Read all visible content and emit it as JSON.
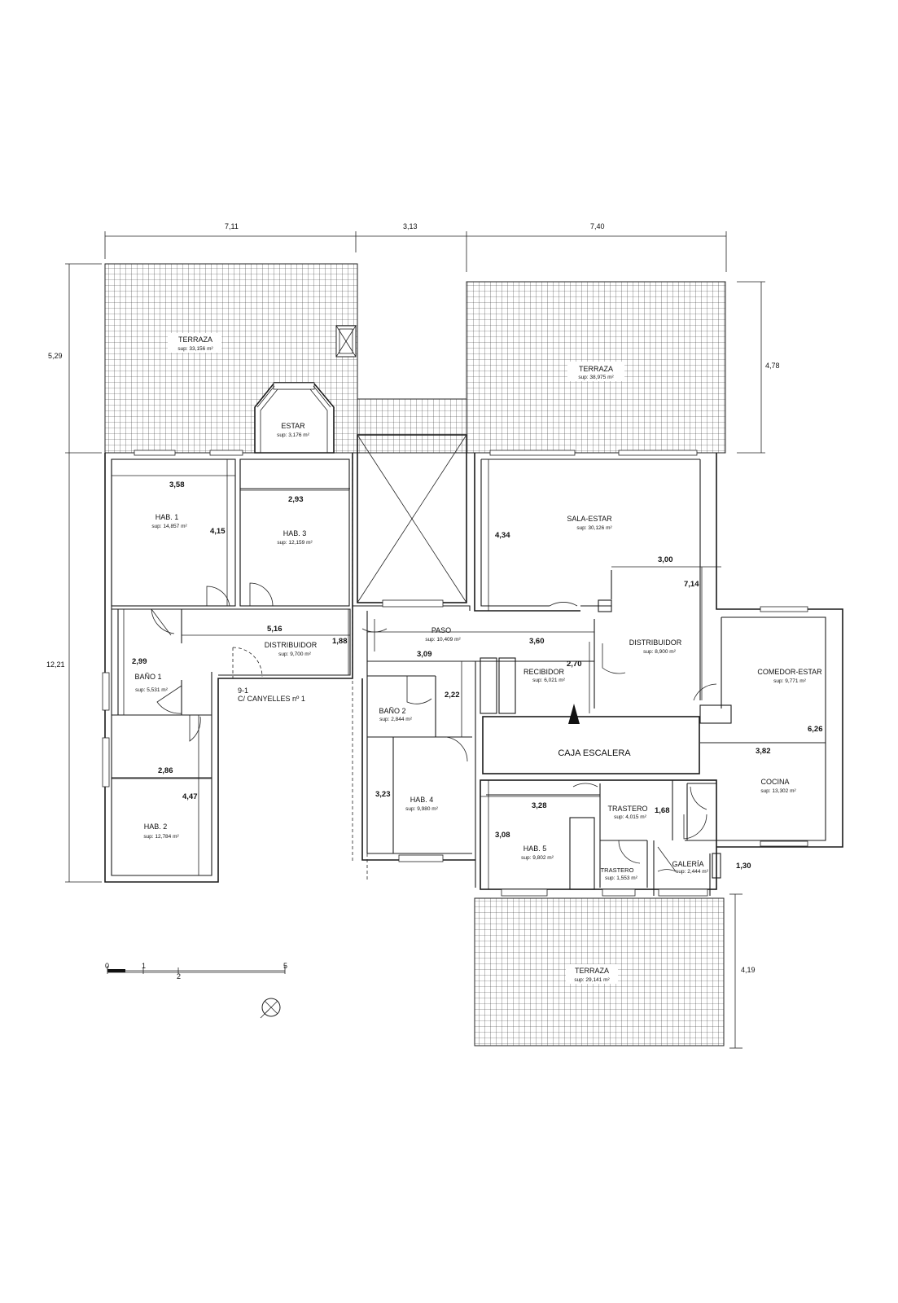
{
  "overall_dimensions": {
    "top_left": "7,11",
    "top_middle": "3,13",
    "top_right": "7,40",
    "left_upper": "5,29",
    "left_lower": "12,21",
    "right_upper": "4,78",
    "right_lower": "4,19",
    "right_galeria": "1,30"
  },
  "rooms": {
    "terraza_nw": {
      "name": "TERRAZA",
      "area": "sup: 33,156 m²"
    },
    "terraza_ne": {
      "name": "TERRAZA",
      "area": "sup: 38,975 m²"
    },
    "terraza_s": {
      "name": "TERRAZA",
      "area": "sup: 29,141 m²"
    },
    "estar": {
      "name": "ESTAR",
      "area": "sup: 3,176 m²"
    },
    "hab1": {
      "name": "HAB. 1",
      "area": "sup: 14,857 m²"
    },
    "hab3": {
      "name": "HAB. 3",
      "area": "sup: 12,159 m²"
    },
    "sala_estar": {
      "name": "SALA-ESTAR",
      "area": "sup: 30,126 m²"
    },
    "distribuidor_w": {
      "name": "DISTRIBUIDOR",
      "area": "sup: 9,700 m²"
    },
    "paso": {
      "name": "PASO",
      "area": "sup: 10,409 m²"
    },
    "distribuidor_e": {
      "name": "DISTRIBUIDOR",
      "area": "sup: 8,900 m²"
    },
    "comedor_estar": {
      "name": "COMEDOR-ESTAR",
      "area": "sup: 9,771 m²"
    },
    "bano1": {
      "name": "BAÑO 1",
      "area": "sup: 5,531 m²"
    },
    "recibidor": {
      "name": "RECIBIDOR",
      "area": "sup: 6,021 m²"
    },
    "bano2": {
      "name": "BAÑO 2",
      "area": "sup: 2,844 m²"
    },
    "caja_escalera": {
      "name": "CAJA ESCALERA"
    },
    "hab2": {
      "name": "HAB. 2",
      "area": "sup: 12,784 m²"
    },
    "hab4": {
      "name": "HAB. 4",
      "area": "sup: 9,980 m²"
    },
    "hab5": {
      "name": "HAB. 5",
      "area": "sup: 9,802 m²"
    },
    "trastero1": {
      "name": "TRASTERO",
      "area": "sup: 4,015 m²"
    },
    "trastero2": {
      "name": "TRASTERO",
      "area": "sup: 1,553 m²"
    },
    "galeria": {
      "name": "GALERÍA",
      "area": "sup: 2,444 m²"
    },
    "cocina": {
      "name": "COCINA",
      "area": "sup: 13,302 m²"
    }
  },
  "room_dimensions": {
    "hab1_w": "3,58",
    "hab1_h": "4,15",
    "hab3_w": "2,93",
    "sala_h": "4,34",
    "sala_w": "3,00",
    "dist_e_h": "7,14",
    "dist_w_w": "5,16",
    "dist_w_h": "1,88",
    "paso_w": "3,60",
    "paso_w2": "3,09",
    "bano1_h": "2,99",
    "recib_h": "2,70",
    "bano2_h": "2,22",
    "comedor_h": "6,26",
    "cocina_w": "3,82",
    "hab2_w": "2,86",
    "hab2_h": "4,47",
    "hab4_h": "3,23",
    "hab5_w": "3,28",
    "hab5_h": "3,08",
    "trastero_h": "1,68"
  },
  "address": {
    "unit": "9-1",
    "street": "C/ CANYELLES nº 1"
  },
  "scale_bar": {
    "labels": [
      "0",
      "1",
      "2",
      "5"
    ]
  },
  "icons": {
    "north": "north-arrow-icon",
    "entrance": "entrance-arrow-icon"
  }
}
